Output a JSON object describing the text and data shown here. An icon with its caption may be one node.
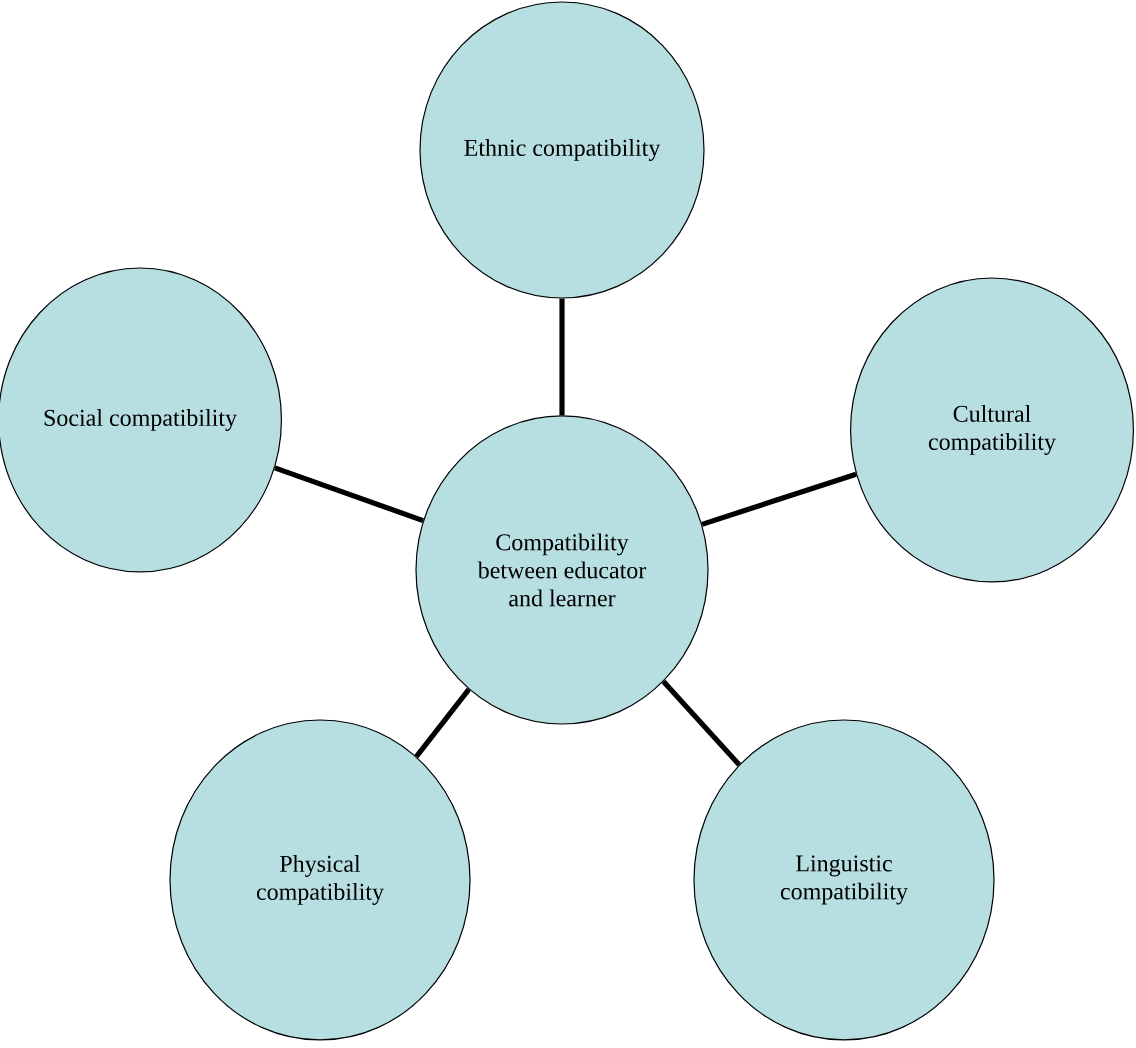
{
  "diagram": {
    "nodes": [
      {
        "text": [
          "Ethnic compatibility"
        ]
      },
      {
        "text": [
          "Social compatibility"
        ]
      },
      {
        "text": [
          "Cultural compatibility"
        ]
      },
      {
        "text": [
          "Compatibility between educator and learner"
        ]
      },
      {
        "text": [
          "Physical compatibility"
        ]
      },
      {
        "text": [
          "Linguistic compatibility"
        ]
      }
    ],
    "edges": [
      {
        "from": 3,
        "to": 0,
        "arrow": "none"
      },
      {
        "from": 3,
        "to": 1,
        "arrow": "none"
      },
      {
        "from": 3,
        "to": 2,
        "arrow": "none"
      },
      {
        "from": 3,
        "to": 4,
        "arrow": "none"
      },
      {
        "from": 3,
        "to": 5,
        "arrow": "none"
      }
    ]
  }
}
